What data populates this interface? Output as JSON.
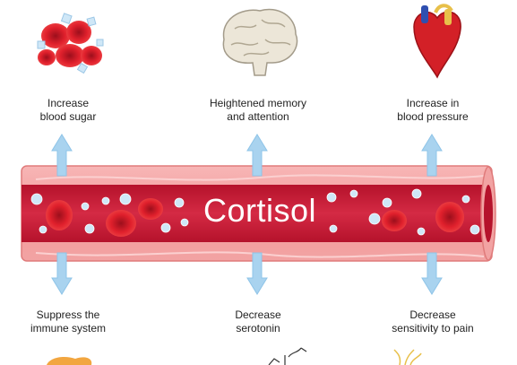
{
  "diagram": {
    "center_label": "Cortisol",
    "effects_up": [
      {
        "line1": "Increase",
        "line2": "blood sugar",
        "icon": "red-blood-cells-glucose-icon"
      },
      {
        "line1": "Heightened memory",
        "line2": "and attention",
        "icon": "brain-icon"
      },
      {
        "line1": "Increase in",
        "line2": "blood pressure",
        "icon": "heart-icon"
      }
    ],
    "effects_down": [
      {
        "line1": "Suppress the",
        "line2": "immune system",
        "icon": "immune-cell-icon"
      },
      {
        "line1": "Decrease",
        "line2": "serotonin",
        "icon": "neuron-icon"
      },
      {
        "line1": "Decrease",
        "line2": "sensitivity to pain",
        "icon": "nerve-icon"
      }
    ],
    "colors": {
      "vessel_outer": "#f08c8c",
      "vessel_lumen": "#c81e3a",
      "arrow": "#a9d3ef",
      "red_cell": "#e0202c",
      "bubble": "#cfe7f7"
    }
  }
}
